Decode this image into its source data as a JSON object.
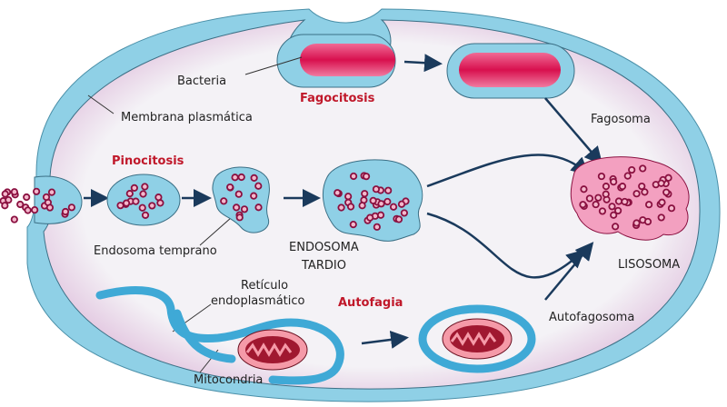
{
  "labels": {
    "bacteria": "Bacteria",
    "fagocitosis": "Fagocitosis",
    "membrana": "Membrana plasmática",
    "fagosoma": "Fagosoma",
    "pinocitosis": "Pinocitosis",
    "endosoma_temprano": "Endosoma temprano",
    "endosoma_tardio_1": "ENDOSOMA",
    "endosoma_tardio_2": "TARDIO",
    "lisosoma": "LISOSOMA",
    "reticulo_1": "Retículo",
    "reticulo_2": "endoplasmático",
    "autofagia": "Autofagia",
    "autofagosoma": "Autofagosoma",
    "mitocondria": "Mitocondria"
  },
  "colors": {
    "membrane": "#8fd0e6",
    "cytoplasm": "#f4f2f6",
    "process_label": "#c0182a",
    "bacteria": "#e0245e",
    "lysosome": "#f3a0c0",
    "dot": "#8a1040",
    "arrow": "#1a3a5c"
  }
}
